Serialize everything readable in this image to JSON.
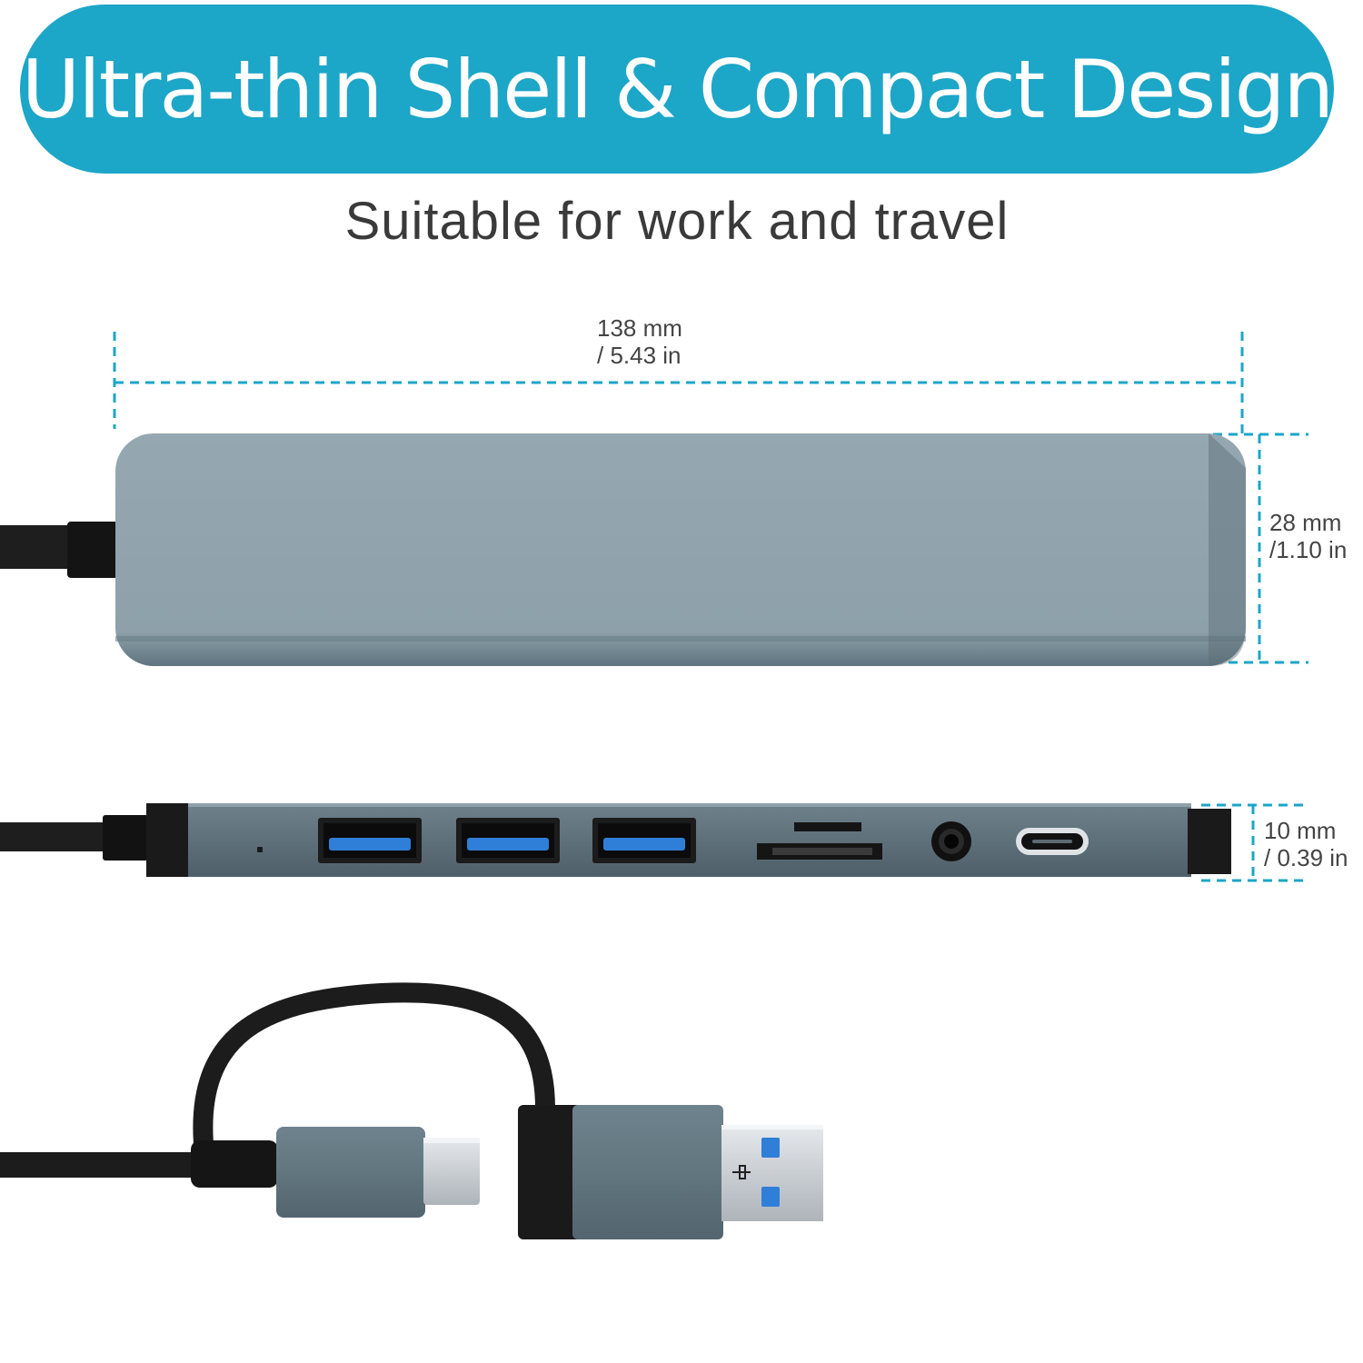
{
  "banner": {
    "title": "Ultra-thin Shell & Compact Design"
  },
  "subtitle": "Suitable for work and travel",
  "dimensions": {
    "width": {
      "mm": "138 mm",
      "in": "/ 5.43 in"
    },
    "height": {
      "mm": "28 mm",
      "in": "/1.10 in"
    },
    "depth": {
      "mm": "10 mm",
      "in": "/ 0.39 in"
    }
  },
  "colors": {
    "accent": "#1ca6c8",
    "shell": "#8fa3ad",
    "usb_port": "#2f7fd8",
    "cable": "#1e1e1e"
  },
  "icons": [
    "usb-a-port-icon",
    "sd-card-slot-icon",
    "audio-jack-icon",
    "usb-c-port-icon"
  ]
}
